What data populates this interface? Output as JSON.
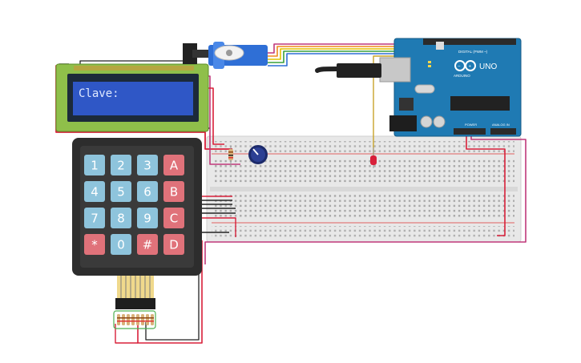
{
  "lcd": {
    "text": "Clave:"
  },
  "keypad": {
    "rows": [
      [
        "1",
        "2",
        "3",
        "A"
      ],
      [
        "4",
        "5",
        "6",
        "B"
      ],
      [
        "7",
        "8",
        "9",
        "C"
      ],
      [
        "*",
        "0",
        "#",
        "D"
      ]
    ]
  },
  "arduino": {
    "brand": "ARDUINO",
    "model": "UNO",
    "digital_label": "DIGITAL (PWM ~)",
    "power_label": "POWER",
    "analog_label": "ANALOG IN"
  },
  "colors": {
    "breadboard": "#e8e8e8",
    "arduino_board": "#1f7ab3",
    "lcd_frame": "#8fbf4a",
    "lcd_screen": "#2f57c6",
    "keypad_body": "#2d2d2d",
    "key_number": "#8ec4dc",
    "key_letter": "#e0727a",
    "wire_red": "#d8203a",
    "wire_pink": "#c0397a"
  }
}
